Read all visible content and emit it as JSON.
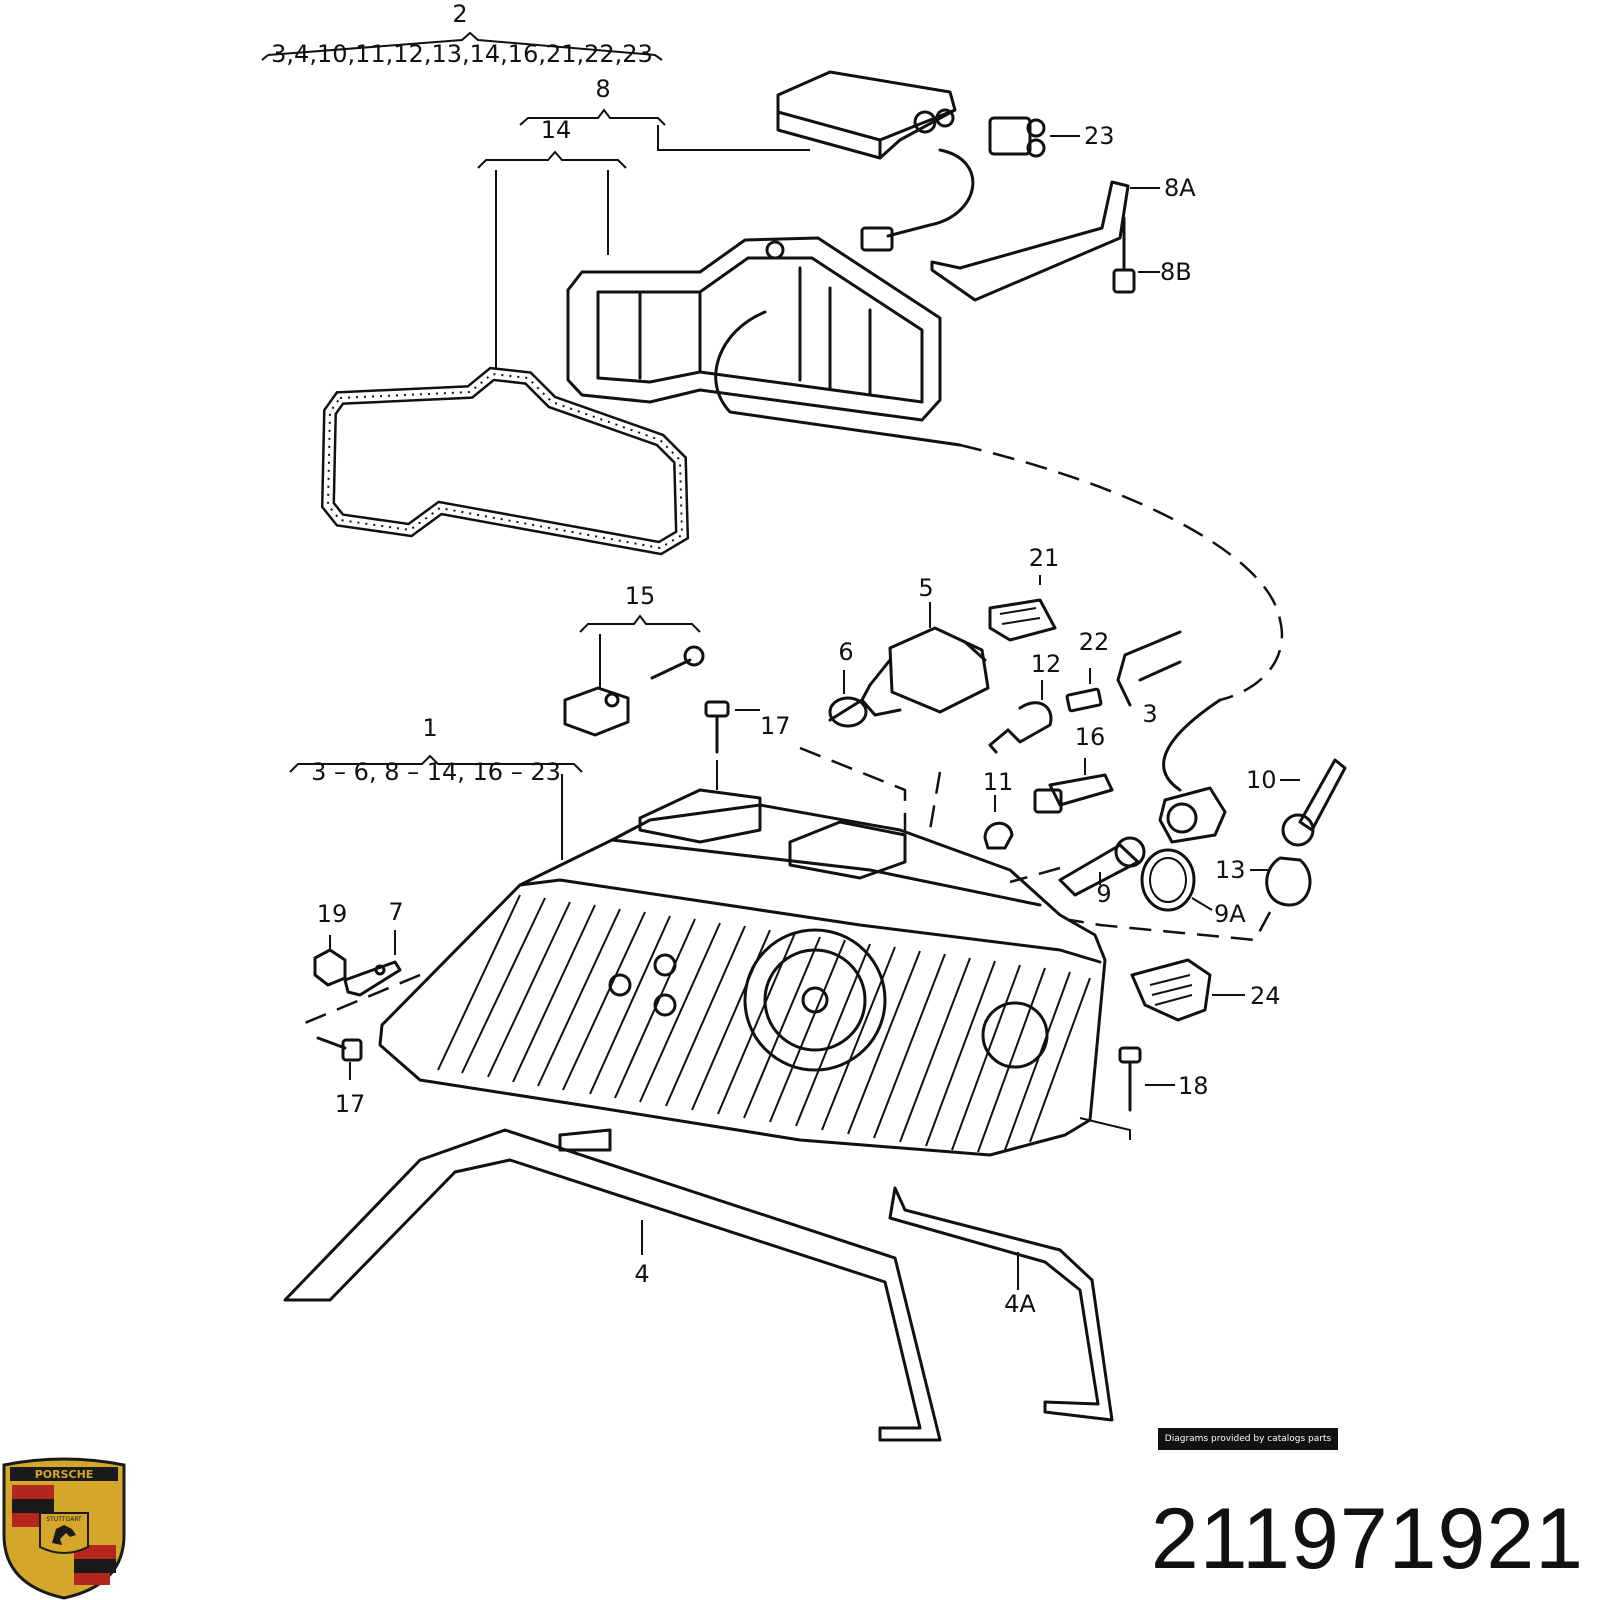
{
  "diagram": {
    "labels": {
      "l2": "2",
      "l2_sub": "3,4,10,11,12,13,14,16,21,22,23",
      "l8": "8",
      "l14": "14",
      "l23": "23",
      "l8A": "8A",
      "l8B": "8B",
      "l15": "15",
      "l5": "5",
      "l21": "21",
      "l6": "6",
      "l22": "22",
      "l12": "12",
      "l3": "3",
      "l17a": "17",
      "l1": "1",
      "l1_sub": "3 – 6, 8 – 14, 16 – 23",
      "l16": "16",
      "l11": "11",
      "l10": "10",
      "l13": "13",
      "l9": "9",
      "l9A": "9A",
      "l19": "19",
      "l7": "7",
      "l24": "24",
      "l17b": "17",
      "l18": "18",
      "l4": "4",
      "l4A": "4A"
    }
  },
  "footer": {
    "credit": "Diagrams provided by catalogs parts",
    "part_number": "211971921",
    "logo_text": "PORSCHE",
    "logo_city": "STUTTGART"
  },
  "colors": {
    "ink": "#111111",
    "logo_gold": "#d4a62a",
    "logo_red": "#b3261e",
    "logo_black": "#1a1a1a"
  }
}
